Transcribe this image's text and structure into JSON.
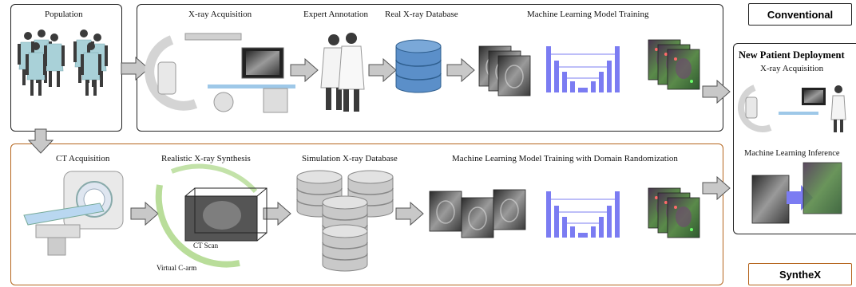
{
  "top": {
    "population": "Population",
    "xray_acq": "X-ray Acquisition",
    "expert": "Expert Annotation",
    "real_db": "Real X-ray Database",
    "ml_train": "Machine Learning Model Training"
  },
  "bottom": {
    "ct_acq": "CT Acquisition",
    "synth": "Realistic X-ray Synthesis",
    "sim_db": "Simulation X-ray Database",
    "ml_train_dr": "Machine Learning Model Training with Domain Randomization",
    "ct_scan": "CT Scan",
    "virtual_carm": "Virtual C-arm"
  },
  "deploy": {
    "title": "New Patient Deployment",
    "xray_acq": "X-ray Acquisition",
    "inference": "Machine Learning Inference"
  },
  "tags": {
    "conventional": "Conventional",
    "synthex": "SyntheX"
  },
  "colors": {
    "synthex_border": "#b5651d",
    "unet": "#7b7cf2",
    "db_blue": "#5b8fc9",
    "db_gray": "#c9c9c9",
    "arrow_gray": "#c8c8c8",
    "gown": "#a9d1d8"
  }
}
